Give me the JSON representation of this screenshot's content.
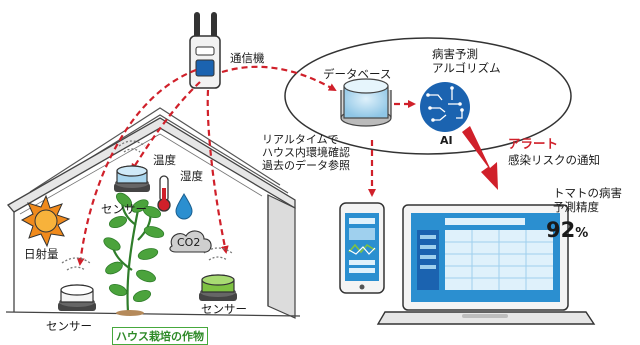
{
  "labels": {
    "comm_device": "通信機",
    "database": "データベース",
    "disease_algorithm": "病害予測\nアルゴリズム",
    "ai": "AI",
    "alert": "アラート",
    "alert_desc": "感染リスクの通知",
    "realtime_info": "リアルタイムで\nハウス内環境確認\n過去のデータ参照",
    "temperature": "温度",
    "humidity": "湿度",
    "sensor_top": "センサー",
    "solar": "日射量",
    "co2": "CO2",
    "sensor_bottom_left": "センサー",
    "sensor_bottom_right": "センサー",
    "crop": "ハウス栽培の作物",
    "tomato_accuracy": "トマトの病害\n予測精度",
    "accuracy_value": "92",
    "accuracy_unit": "%"
  },
  "colors": {
    "arrow_red": "#d0202a",
    "sensor_blue": "#a9d6ee",
    "sensor_green": "#7ec242",
    "screen_blue": "#2b8fd0",
    "chip_blue": "#1b63b0",
    "plant_green": "#4ba33c",
    "sun_orange": "#f08a1c"
  }
}
